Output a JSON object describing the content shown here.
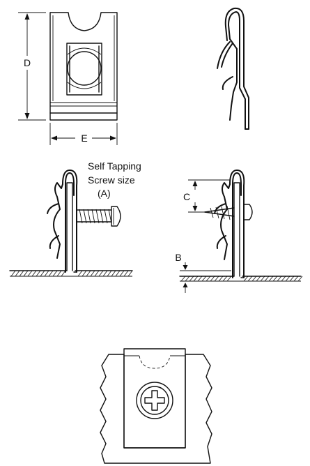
{
  "dimensions": {
    "height_label": "D",
    "width_label": "E",
    "screw_size_label": "(A)",
    "callout_c": "C",
    "callout_b": "B"
  },
  "screw_caption": {
    "line1": "Self Tapping",
    "line2": "Screw size"
  },
  "colors": {
    "ink": "#111111",
    "paper": "#ffffff"
  }
}
